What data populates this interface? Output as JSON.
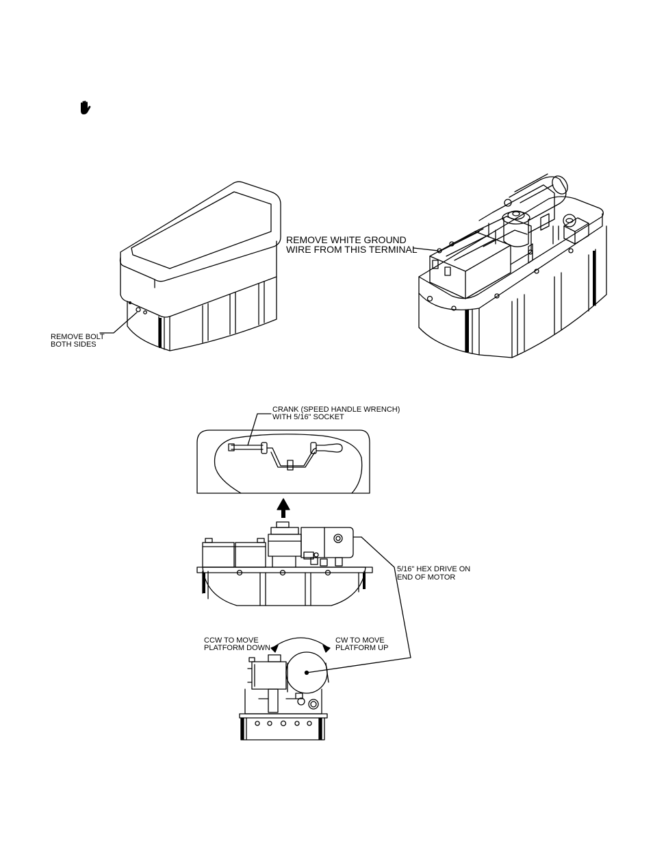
{
  "labels": {
    "remove_white_ground_line1": "REMOVE WHITE GROUND",
    "remove_white_ground_line2": "WIRE FROM THIS TERMINAL",
    "remove_bolt_line1": "REMOVE BOLT",
    "remove_bolt_line2": "BOTH SIDES",
    "crank_line1": "CRANK (SPEED HANDLE WRENCH)",
    "crank_line2": "WITH 5/16\" SOCKET",
    "hex_drive_line1": "5/16\" HEX DRIVE ON",
    "hex_drive_line2": "END OF MOTOR",
    "ccw_line1": "CCW TO MOVE",
    "ccw_line2": "PLATFORM DOWN",
    "cw_line1": "CW TO MOVE",
    "cw_line2": "PLATFORM UP"
  },
  "icons": {
    "caution": "hand-stop-icon"
  }
}
